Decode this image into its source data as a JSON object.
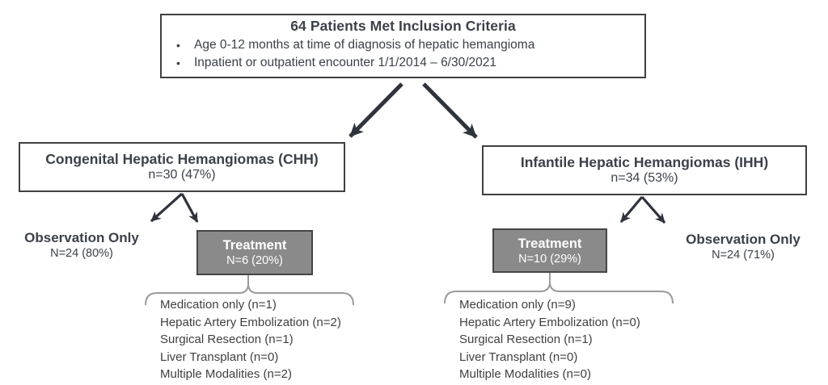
{
  "colors": {
    "text": "#3c4049",
    "box_border": "#404040",
    "arrow": "#2f333c",
    "treatment_bg": "#8a8a8a",
    "treatment_text": "#ffffff",
    "brace": "#9b9b9b"
  },
  "root_box": {
    "title": "64 Patients Met Inclusion Criteria",
    "bullets": [
      "Age 0-12 months at time of diagnosis of hepatic hemangioma",
      "Inpatient or outpatient encounter 1/1/2014 – 6/30/2021"
    ]
  },
  "branches": [
    {
      "title": "Congenital Hepatic Hemangiomas (CHH)",
      "count": "n=30 (47%)",
      "observation": {
        "label": "Observation Only",
        "count": "N=24 (80%)"
      },
      "treatment": {
        "label": "Treatment",
        "count": "N=6 (20%)"
      },
      "modalities": [
        "Medication only (n=1)",
        "Hepatic Artery Embolization  (n=2)",
        "Surgical Resection (n=1)",
        "Liver Transplant (n=0)",
        "Multiple Modalities (n=2)"
      ]
    },
    {
      "title": "Infantile Hepatic Hemangiomas (IHH)",
      "count": "n=34 (53%)",
      "observation": {
        "label": "Observation Only",
        "count": "N=24 (71%)"
      },
      "treatment": {
        "label": "Treatment",
        "count": "N=10 (29%)"
      },
      "modalities": [
        "Medication only (n=9)",
        "Hepatic Artery Embolization  (n=0)",
        "Surgical Resection (n=1)",
        "Liver Transplant (n=0)",
        "Multiple Modalities (n=0)"
      ]
    }
  ]
}
